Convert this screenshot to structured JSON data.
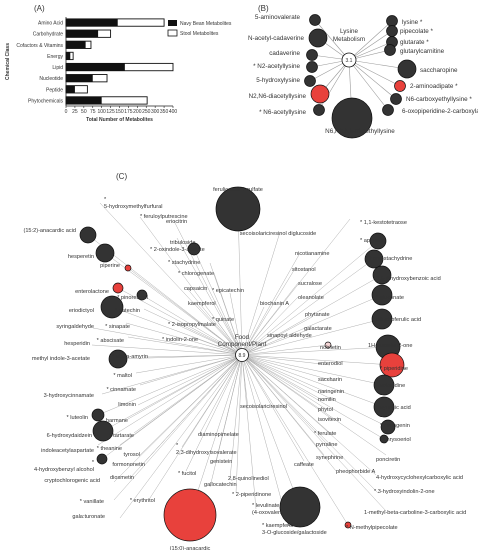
{
  "panel_labels": {
    "a": "(A)",
    "b": "(B)",
    "c": "(C)"
  },
  "chart_data": [
    {
      "type": "bar",
      "orientation": "horizontal",
      "stacked": true,
      "ylabel": "Chemical Class",
      "xlabel": "Total Number of Metabolites",
      "xlim": [
        0,
        400
      ],
      "xticks": [
        "0",
        "25",
        "50",
        "75",
        "100",
        "125",
        "150",
        "175",
        "200",
        "250",
        "300",
        "350",
        "400"
      ],
      "categories": [
        "Amino Acid",
        "Carbohydrate",
        "Cofactors & Vitamins",
        "Energy",
        "Lipid",
        "Nucleotide",
        "Peptide",
        "Phytochemicals"
      ],
      "series": [
        {
          "name": "Navy Bean Metabolites",
          "color": "#111111",
          "values": [
            145,
            90,
            55,
            12,
            165,
            75,
            25,
            100
          ]
        },
        {
          "name": "Stool Metabolites",
          "color": "#ffffff",
          "values": [
            350,
            125,
            70,
            20,
            400,
            115,
            60,
            255
          ]
        }
      ],
      "legend": "top-right"
    },
    {
      "type": "network",
      "hub": {
        "label": "Lysine Metabolism",
        "count": "3.1"
      },
      "nodes": [
        {
          "label": "5-aminovalerate",
          "star": false,
          "size": "small",
          "color": "dark"
        },
        {
          "label": "N-acetyl-cadaverine",
          "star": false,
          "size": "medium",
          "color": "dark"
        },
        {
          "label": "cadaverine",
          "star": false,
          "size": "small",
          "color": "dark"
        },
        {
          "label": "N2-acetyllysine",
          "star": true,
          "size": "small",
          "color": "dark"
        },
        {
          "label": "5-hydroxylysine",
          "star": false,
          "size": "small",
          "color": "dark"
        },
        {
          "label": "N2,N6-diacetyllysine",
          "star": false,
          "size": "medium",
          "color": "red"
        },
        {
          "label": "N6-acetyllysine",
          "star": true,
          "size": "small",
          "color": "dark"
        },
        {
          "label": "N6,N6,N6-trimethyllysine",
          "star": false,
          "size": "large",
          "color": "dark"
        },
        {
          "label": "lysine",
          "star": true,
          "size": "small",
          "color": "dark"
        },
        {
          "label": "pipecolate",
          "star": true,
          "size": "small",
          "color": "dark"
        },
        {
          "label": "glutarate",
          "star": true,
          "size": "small",
          "color": "dark"
        },
        {
          "label": "glutarylcarnitine",
          "star": false,
          "size": "small",
          "color": "dark"
        },
        {
          "label": "saccharopine",
          "star": false,
          "size": "medium",
          "color": "dark"
        },
        {
          "label": "2-aminoadipate",
          "star": true,
          "size": "small",
          "color": "red"
        },
        {
          "label": "N6-carboxyethyllysine",
          "star": true,
          "size": "small",
          "color": "dark"
        },
        {
          "label": "6-oxopiperidine-2-carboxylate",
          "star": false,
          "size": "small",
          "color": "dark"
        }
      ]
    },
    {
      "type": "network",
      "hub": {
        "label": "Food Component/Plant",
        "count": "8.9"
      },
      "nodes": [
        {
          "label": "5-hydroxymethylfurfural",
          "star": true
        },
        {
          "label": "feruloylputrescine",
          "star": true
        },
        {
          "label": "(15:2)-anacardic acid",
          "star": false
        },
        {
          "label": "hesperetin",
          "star": false
        },
        {
          "label": "piperine",
          "star": false
        },
        {
          "label": "enterolactone",
          "star": false
        },
        {
          "label": "eriodictyol",
          "star": false
        },
        {
          "label": "syringaldehyde",
          "star": false
        },
        {
          "label": "hesperidin",
          "star": false
        },
        {
          "label": "methyl indole-3-acetate",
          "star": false
        },
        {
          "label": "3-hydroxycinnamate",
          "star": false
        },
        {
          "label": "luteolin",
          "star": true
        },
        {
          "label": "6-hydroxydaidzein",
          "star": false
        },
        {
          "label": "indoleacetylaspartate",
          "star": false
        },
        {
          "label": "4-hydroxybenzyl alcohol",
          "star": true
        },
        {
          "label": "cryptochlorogenic acid",
          "star": false
        },
        {
          "label": "vanillate",
          "star": true
        },
        {
          "label": "gala:turonate",
          "star": false
        },
        {
          "label": "ferulic acid 4-sulfate",
          "star": false
        },
        {
          "label": "eriocitrin",
          "star": false
        },
        {
          "label": "tribuloside",
          "star": false
        },
        {
          "label": "2-oxindole-3-acetate",
          "star": true
        },
        {
          "label": "stachydrine",
          "star": true
        },
        {
          "label": "chlorogenate",
          "star": true
        },
        {
          "label": "epicatechin",
          "star": true
        },
        {
          "label": "secoisolariciresinol diglucoside",
          "star": false
        },
        {
          "label": "pinoresinol",
          "star": true
        },
        {
          "label": "catechin",
          "star": true
        },
        {
          "label": "sinapate",
          "star": true
        },
        {
          "label": "abscisate",
          "star": true
        },
        {
          "label": "indolin-2-one",
          "star": true
        },
        {
          "label": "alpha-amyrin",
          "star": true
        },
        {
          "label": "maltol",
          "star": true
        },
        {
          "label": "cinnamate",
          "star": true
        },
        {
          "label": "limonin",
          "star": false
        },
        {
          "label": "harmane",
          "star": false
        },
        {
          "label": "tartarate",
          "star": true
        },
        {
          "label": "theanine",
          "star": true
        },
        {
          "label": "tyrosol",
          "star": false
        },
        {
          "label": "formononetin",
          "star": false
        },
        {
          "label": "diosmetin",
          "star": false
        },
        {
          "label": "erythritol",
          "star": true
        },
        {
          "label": "capsaicin",
          "star": false
        },
        {
          "label": "kaempferol",
          "star": false
        },
        {
          "label": "quinate",
          "star": true
        },
        {
          "label": "2-isopropylmalate",
          "star": true
        },
        {
          "label": "biochanin A",
          "star": false
        },
        {
          "label": "nicotianamine",
          "star": false
        },
        {
          "label": "sitostanol",
          "star": false
        },
        {
          "label": "sucralose",
          "star": false
        },
        {
          "label": "oleanolate",
          "star": false
        },
        {
          "label": "phytanate",
          "star": false
        },
        {
          "label": "galactarate",
          "star": false
        },
        {
          "label": "sinapoyl aldehyde",
          "star": false
        },
        {
          "label": "nobiletin",
          "star": false
        },
        {
          "label": "enterodiol",
          "star": false
        },
        {
          "label": "saccharin",
          "star": false
        },
        {
          "label": "naringenin",
          "star": false
        },
        {
          "label": "nomilin",
          "star": false
        },
        {
          "label": "phytol",
          "star": false
        },
        {
          "label": "isovitexin",
          "star": false
        },
        {
          "label": "ferulate",
          "star": true
        },
        {
          "label": "pyrraline",
          "star": false
        },
        {
          "label": "synephrine",
          "star": false
        },
        {
          "label": "pheophorbide A",
          "star": false
        },
        {
          "label": "caffeate",
          "star": false
        },
        {
          "label": "secoisolariciresinol",
          "star": false
        },
        {
          "label": "diaminopimelate",
          "star": false
        },
        {
          "label": "2,3-dihydroxyisovalerate",
          "star": true
        },
        {
          "label": "genistein",
          "star": false
        },
        {
          "label": "fucitol",
          "star": true
        },
        {
          "label": "gallocatechin",
          "star": false
        },
        {
          "label": "2,8-quinolinediol",
          "star": false
        },
        {
          "label": "2-piperidinone",
          "star": true
        },
        {
          "label": "levulinate (4-oxovalerate)",
          "star": true
        },
        {
          "label": "(15:0)-anacardic",
          "star": false
        },
        {
          "label": "kaempferol 3-O-glucoside/galactoside",
          "star": true
        },
        {
          "label": "daidzein",
          "star": false
        },
        {
          "label": "1,1-kestotetraose",
          "star": true
        },
        {
          "label": "apigenin",
          "star": true
        },
        {
          "label": "homostachydrine",
          "star": true
        },
        {
          "label": "3,5-dihydroxybenzoic acid",
          "star": false
        },
        {
          "label": "gluconate",
          "star": true
        },
        {
          "label": "dihydroferulic acid",
          "star": false
        },
        {
          "label": "1H-quinolin-2-one",
          "star": false
        },
        {
          "label": "piperidine",
          "star": true
        },
        {
          "label": "solanidine",
          "star": false
        },
        {
          "label": "syringic acid",
          "star": false
        },
        {
          "label": "naringenin",
          "star": true
        },
        {
          "label": "chrysoeriol",
          "star": true
        },
        {
          "label": "ponciretin",
          "star": false
        },
        {
          "label": "4-hydroxycyclohexylcarboxylic acid",
          "star": false
        },
        {
          "label": "3-hydroxyindolin-2-one",
          "star": true
        },
        {
          "label": "1-methyl-beta-carboline-3-carboxylic acid",
          "star": false
        },
        {
          "label": "N-methylpipecolate",
          "star": true
        }
      ]
    }
  ]
}
